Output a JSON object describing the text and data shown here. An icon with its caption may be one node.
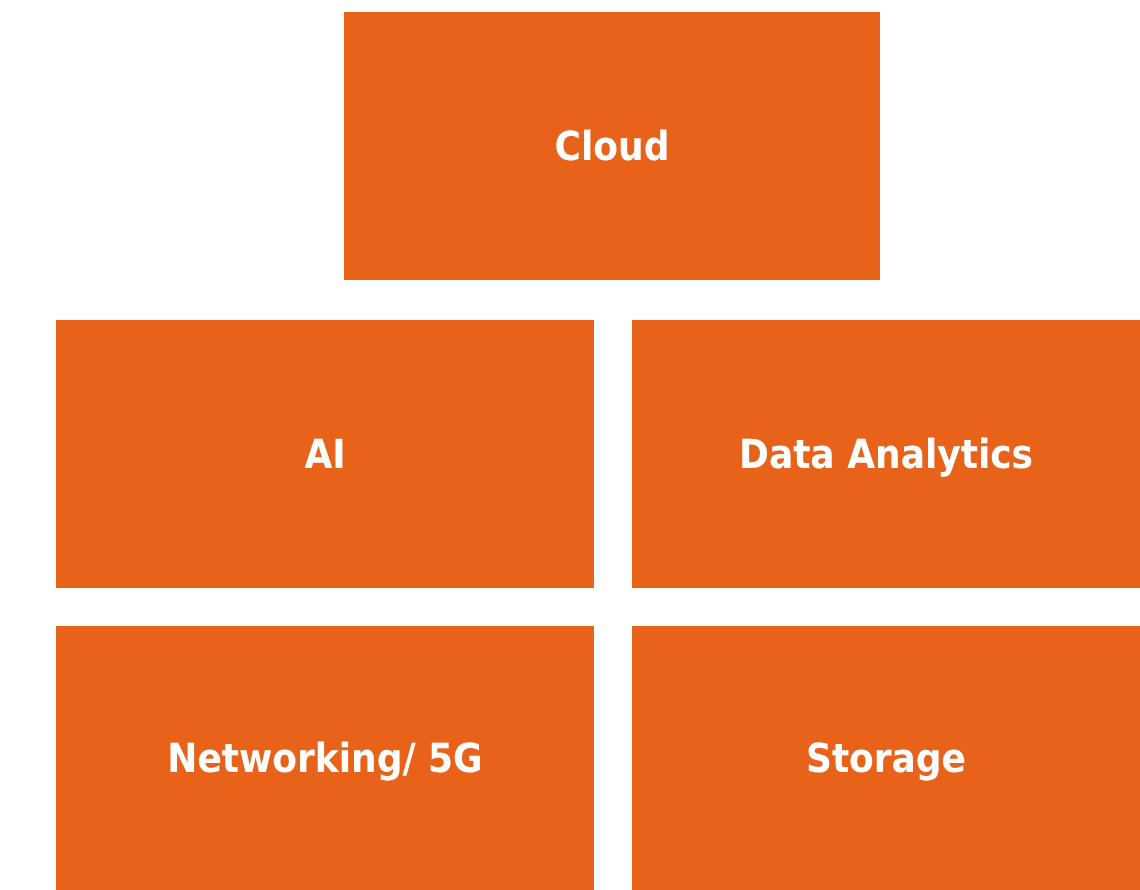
{
  "diagram": {
    "nodes": [
      {
        "text": [
          "Cloud"
        ]
      },
      {
        "text": [
          "AI"
        ]
      },
      {
        "text": [
          "Data Analytics"
        ]
      },
      {
        "text": [
          "Networking/ 5G"
        ]
      },
      {
        "text": [
          "Storage"
        ]
      }
    ]
  }
}
